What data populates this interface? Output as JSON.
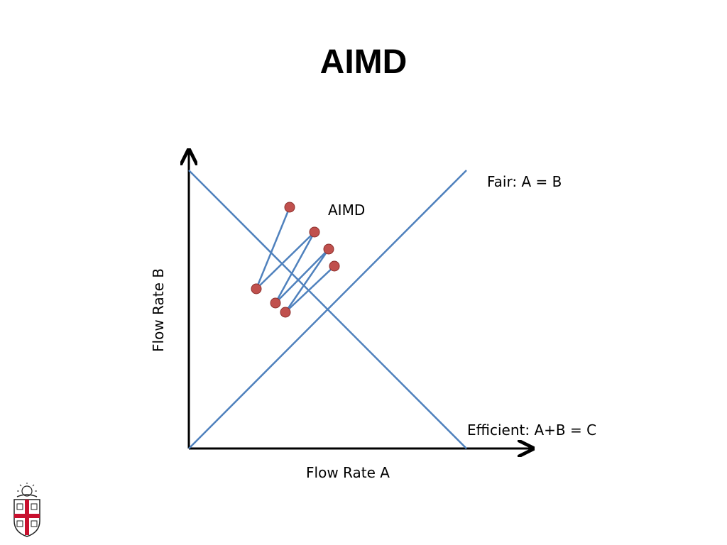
{
  "slide": {
    "title": "AIMD"
  },
  "diagram": {
    "x_axis_label": "Flow Rate A",
    "y_axis_label": "Flow Rate B",
    "fair_line_label": "Fair: A = B",
    "efficient_line_label": "Efficient: A+B = C",
    "trajectory_label": "AIMD",
    "line_color": "#4f81bd",
    "point_color": "#c0504d",
    "axis_color": "#000000"
  }
}
